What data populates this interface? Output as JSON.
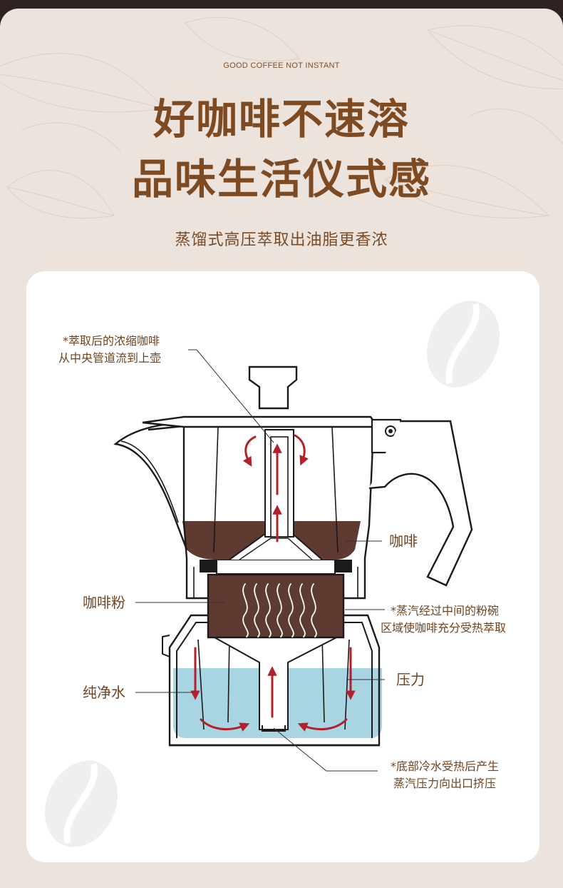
{
  "header": {
    "tagline": "GOOD COFFEE NOT INSTANT",
    "headline_line1": "好咖啡不速溶",
    "headline_line2": "品味生活仪式感",
    "subtitle": "蒸馏式高压萃取出油脂更香浓"
  },
  "diagram": {
    "labels": {
      "extract_note_line1": "*萃取后的浓缩咖啡",
      "extract_note_line2": "从中央管道流到上壶",
      "coffee": "咖啡",
      "coffee_powder": "咖啡粉",
      "steam_note_line1": "*蒸汽经过中间的粉碗",
      "steam_note_line2": "区域使咖啡充分受热萃取",
      "pressure": "压力",
      "pure_water": "纯净水",
      "bottom_note_line1": "*底部冷水受热后产生",
      "bottom_note_line2": "蒸汽压力向出口挤压"
    },
    "colors": {
      "coffee": "#5e3a30",
      "water": "#a9d4e2",
      "arrow": "#b3202a",
      "outline": "#1a1a1a",
      "label_text": "#6e4423",
      "title_brown": "#7d4a22"
    },
    "icons": [
      "coffee-bean-icon",
      "leaf-pattern"
    ]
  }
}
